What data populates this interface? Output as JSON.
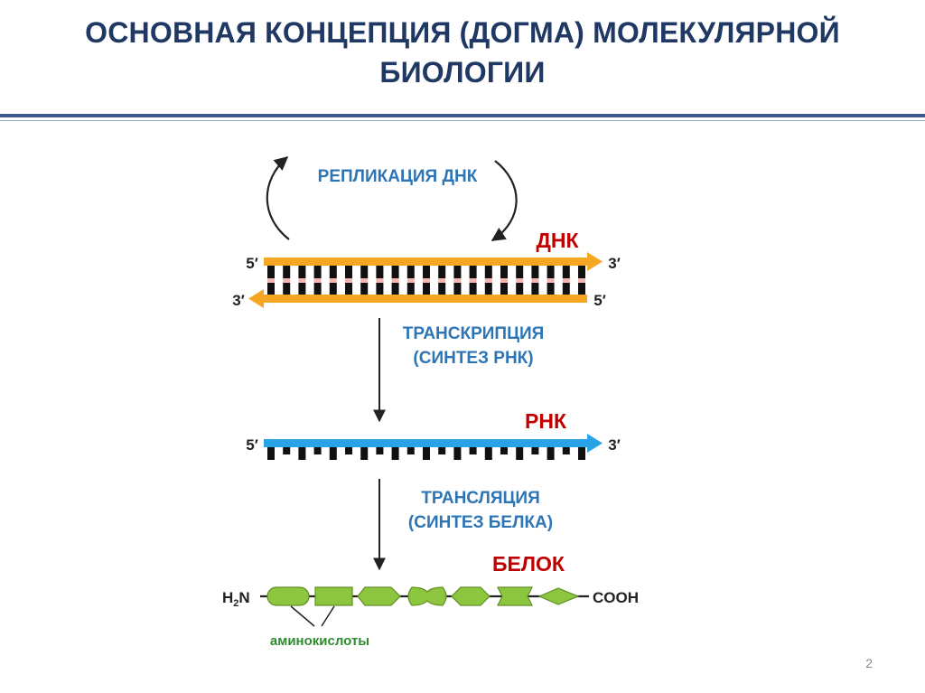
{
  "slide": {
    "title_line1": "ОСНОВНАЯ КОНЦЕПЦИЯ  (ДОГМА) МОЛЕКУЛЯРНОЙ",
    "title_line2": "БИОЛОГИИ",
    "page_number": "2"
  },
  "diagram": {
    "replication": "РЕПЛИКАЦИЯ ДНК",
    "dna": "ДНК",
    "transcription_line1": "ТРАНСКРИПЦИЯ",
    "transcription_line2": "(СИНТЕЗ РНК)",
    "rna": "РНК",
    "translation_line1": "ТРАНСЛЯЦИЯ",
    "translation_line2": "(СИНТЕЗ БЕЛКА)",
    "protein": "БЕЛОК",
    "five_prime": "5′",
    "three_prime": "3′",
    "n_terminus_h": "H",
    "n_terminus_sub": "2",
    "n_terminus_n": "N",
    "c_terminus": "COOH",
    "amino_acids": "аминокислоты"
  },
  "colors": {
    "title": "#1f3864",
    "dna_strand": "#f5a623",
    "rna_strand": "#29a3e8",
    "base_pair": "#111111",
    "base_pair_link": "#f4b6b0",
    "amino_acid": "#8cc63f",
    "accent_red": "#c00000",
    "accent_blue": "#2e75b6",
    "accent_green": "#2e8b2e"
  }
}
